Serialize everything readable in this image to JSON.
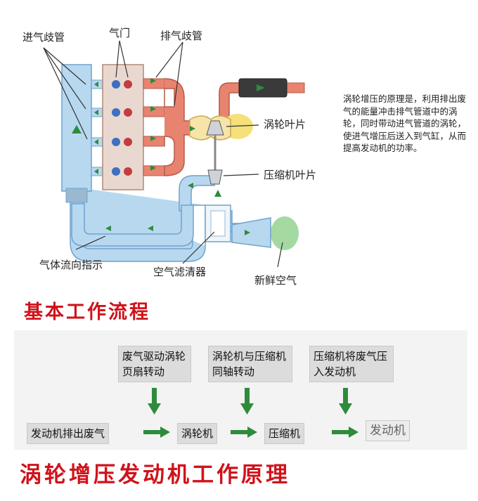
{
  "labels": {
    "intake_manifold": "进气歧管",
    "valve": "气门",
    "exhaust_manifold": "排气歧管",
    "turbine_blade": "涡轮叶片",
    "compressor_blade": "压缩机叶片",
    "flow_indicator": "气体流向指示",
    "air_filter": "空气滤清器",
    "fresh_air": "新鲜空气"
  },
  "description": "涡轮增压的原理是，利用排出废气的能量冲击排气管道中的涡轮，同时带动进气管道的涡轮，使进气增压后送入到气缸，从而提高发动机的功率。",
  "section_title": "基本工作流程",
  "flow": {
    "top_steps": [
      "废气驱动涡轮页扇转动",
      "涡轮机与压缩机同轴转动",
      "压缩机将废气压入发动机"
    ],
    "bottom_steps": [
      "发动机排出废气",
      "涡轮机",
      "压缩机",
      "发动机"
    ]
  },
  "footer_title": "涡轮增压发动机工作原理",
  "colors": {
    "intake_pipe": "#b8d8f0",
    "exhaust_pipe": "#e8836f",
    "arrow_green": "#2e8b3c",
    "title_red": "#d0121b"
  }
}
